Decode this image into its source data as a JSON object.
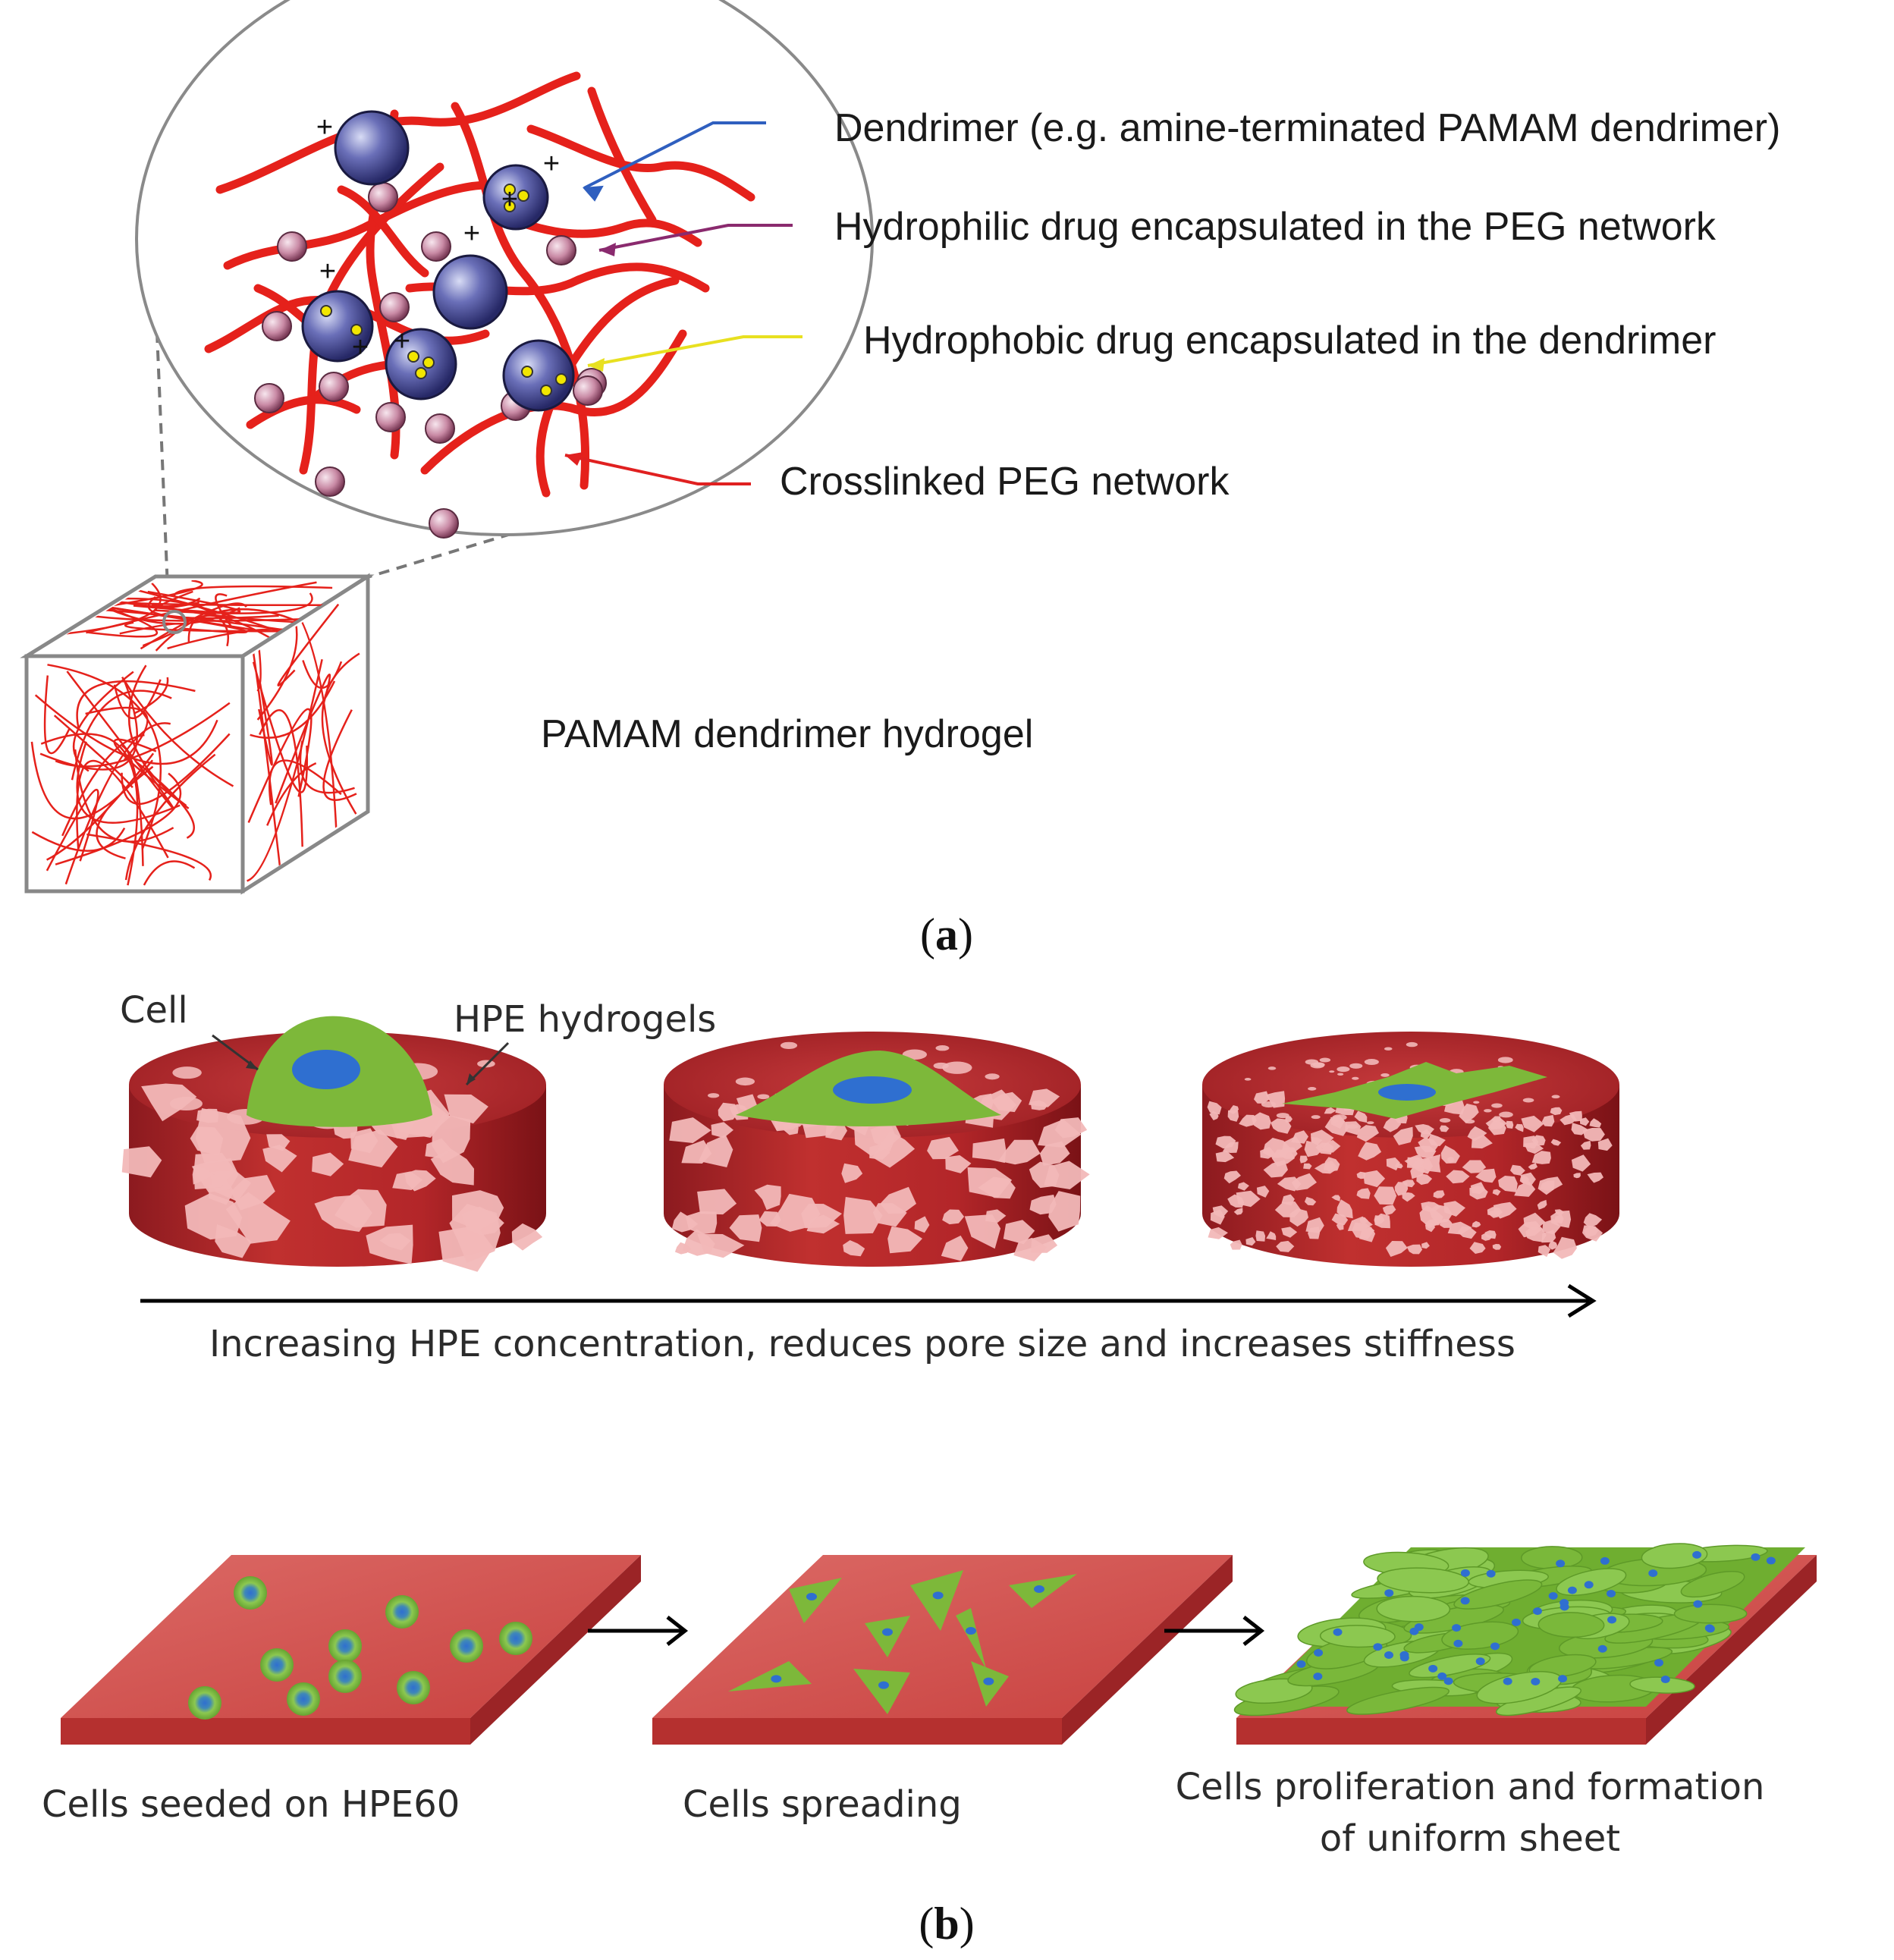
{
  "panel_a": {
    "labels": {
      "dendrimer": "Dendrimer (e.g. amine-terminated PAMAM dendrimer)",
      "hydrophilic": "Hydrophilic drug encapsulated in the PEG network",
      "hydrophobic": "Hydrophobic drug encapsulated in the dendrimer",
      "peg": "Crosslinked PEG network",
      "hydrogel": "PAMAM dendrimer hydrogel"
    },
    "caption": "a",
    "colors": {
      "dendrimer_arrow": "#2f5fbf",
      "hydrophilic_arrow": "#8a2a6e",
      "hydrophobic_arrow": "#e8e020",
      "peg_arrow": "#e02020",
      "peg_strand": "#e5211b",
      "dendrimer": "#3a3a8c",
      "drug": "#c77d9a"
    }
  },
  "panel_b": {
    "top": {
      "cell_label": "Cell",
      "hpe_label": "HPE hydrogels",
      "axis_label": "Increasing HPE concentration, reduces pore size and increases stiffness"
    },
    "bottom": {
      "step1": "Cells seeded on HPE60",
      "step2": "Cells spreading",
      "step3_line1": "Cells proliferation and formation",
      "step3_line2": "of uniform sheet"
    },
    "caption": "b",
    "colors": {
      "gel": "#b3242a",
      "gel_dark": "#7e1418",
      "pore": "#f2b8b8",
      "cell": "#7db83a",
      "nucleus": "#2f6fd0",
      "slab": "#d2514f"
    }
  }
}
